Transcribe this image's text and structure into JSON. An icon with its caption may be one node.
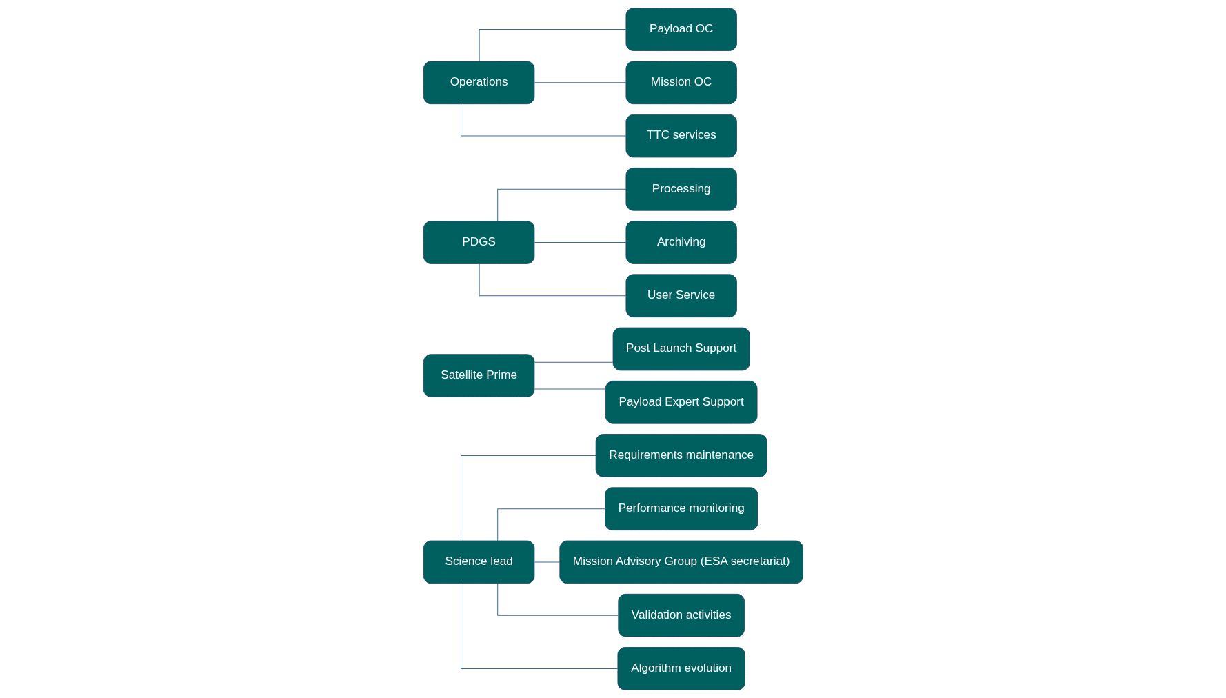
{
  "diagram": {
    "nodes": [
      {
        "text": [
          "Science lead"
        ]
      },
      {
        "text": [
          "Requirements maintenance"
        ]
      },
      {
        "text": [
          "Performance monitoring"
        ]
      },
      {
        "text": [
          "Mission Advisory Group (ESA secretariat)"
        ]
      },
      {
        "text": [
          "Validation activities"
        ]
      },
      {
        "text": [
          "Algorithm evolution"
        ]
      },
      {
        "text": [
          "Satellite Prime"
        ]
      },
      {
        "text": [
          "Post Launch Support"
        ]
      },
      {
        "text": [
          "Payload Expert Support"
        ]
      },
      {
        "text": [
          "PDGS"
        ]
      },
      {
        "text": [
          "Processing"
        ]
      },
      {
        "text": [
          "Archiving"
        ]
      },
      {
        "text": [
          "User Service"
        ]
      },
      {
        "text": [
          "Operations"
        ]
      },
      {
        "text": [
          "Payload OC"
        ]
      },
      {
        "text": [
          "Mission OC"
        ]
      },
      {
        "text": [
          "TTC services"
        ]
      }
    ],
    "edges": [
      {
        "from": 0,
        "to": 1,
        "arrow": "none"
      },
      {
        "from": 0,
        "to": 2,
        "arrow": "none"
      },
      {
        "from": 0,
        "to": 3,
        "arrow": "none"
      },
      {
        "from": 0,
        "to": 4,
        "arrow": "none"
      },
      {
        "from": 0,
        "to": 5,
        "arrow": "none"
      },
      {
        "from": 6,
        "to": 7,
        "arrow": "none"
      },
      {
        "from": 6,
        "to": 8,
        "arrow": "none"
      },
      {
        "from": 9,
        "to": 10,
        "arrow": "none"
      },
      {
        "from": 9,
        "to": 11,
        "arrow": "none"
      },
      {
        "from": 9,
        "to": 12,
        "arrow": "none"
      },
      {
        "from": 13,
        "to": 14,
        "arrow": "none"
      },
      {
        "from": 13,
        "to": 15,
        "arrow": "none"
      },
      {
        "from": 13,
        "to": 16,
        "arrow": "none"
      }
    ]
  }
}
